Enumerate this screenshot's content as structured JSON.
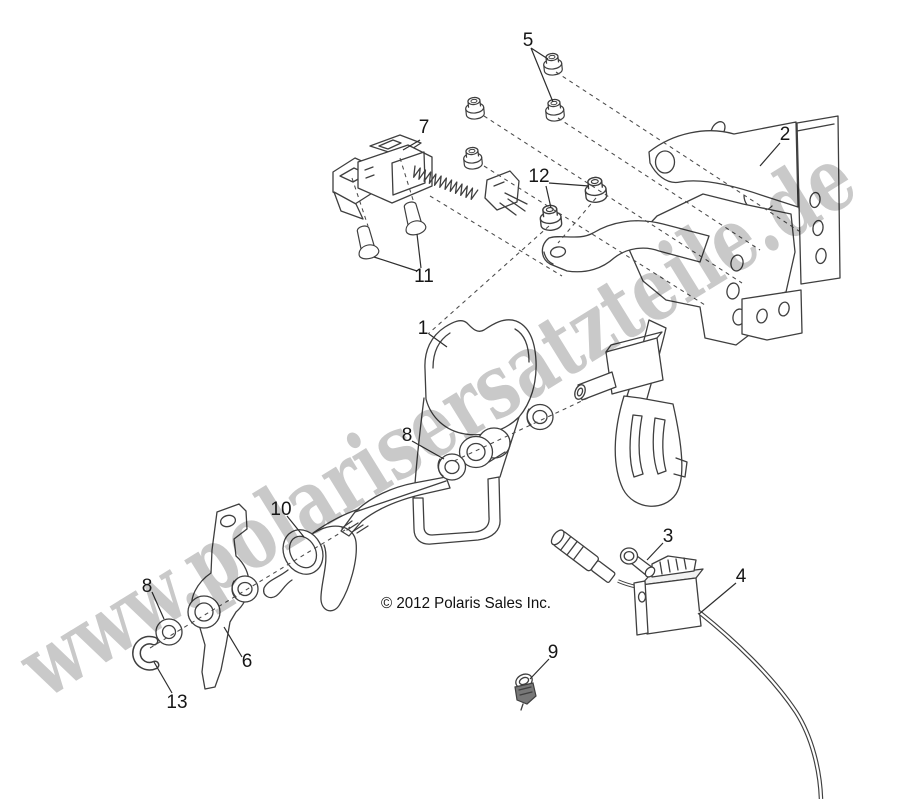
{
  "diagram": {
    "watermark": {
      "text": "www.polarisersatzteile.de",
      "color": "#c9c9c9"
    },
    "copyright": {
      "text": "© 2012 Polaris Sales Inc.",
      "color": "#101010"
    },
    "colors": {
      "background": "#ffffff",
      "line_art": "#3f3f3f"
    },
    "callouts": [
      {
        "label": "5"
      },
      {
        "label": "7"
      },
      {
        "label": "2"
      },
      {
        "label": "12"
      },
      {
        "label": "11"
      },
      {
        "label": "1"
      },
      {
        "label": "8"
      },
      {
        "label": "3"
      },
      {
        "label": "10"
      },
      {
        "label": "4"
      },
      {
        "label": "8"
      },
      {
        "label": "9"
      },
      {
        "label": "6"
      },
      {
        "label": "13"
      }
    ]
  }
}
